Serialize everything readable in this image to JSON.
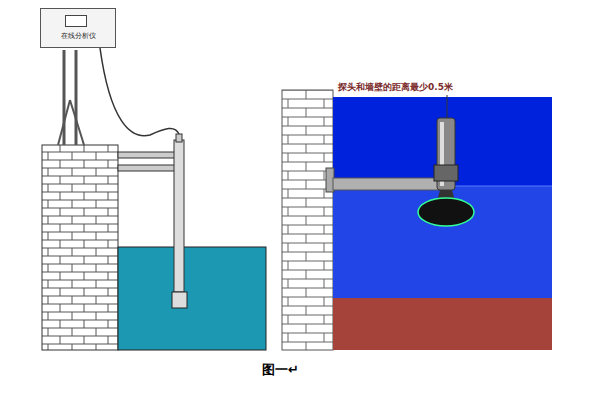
{
  "diagram": {
    "caption": "图一↵",
    "nodes": [
      {
        "text": [
          "在线分析仪"
        ]
      }
    ],
    "labels": [
      "探头和墙壁的距离最少0.5米"
    ]
  }
}
